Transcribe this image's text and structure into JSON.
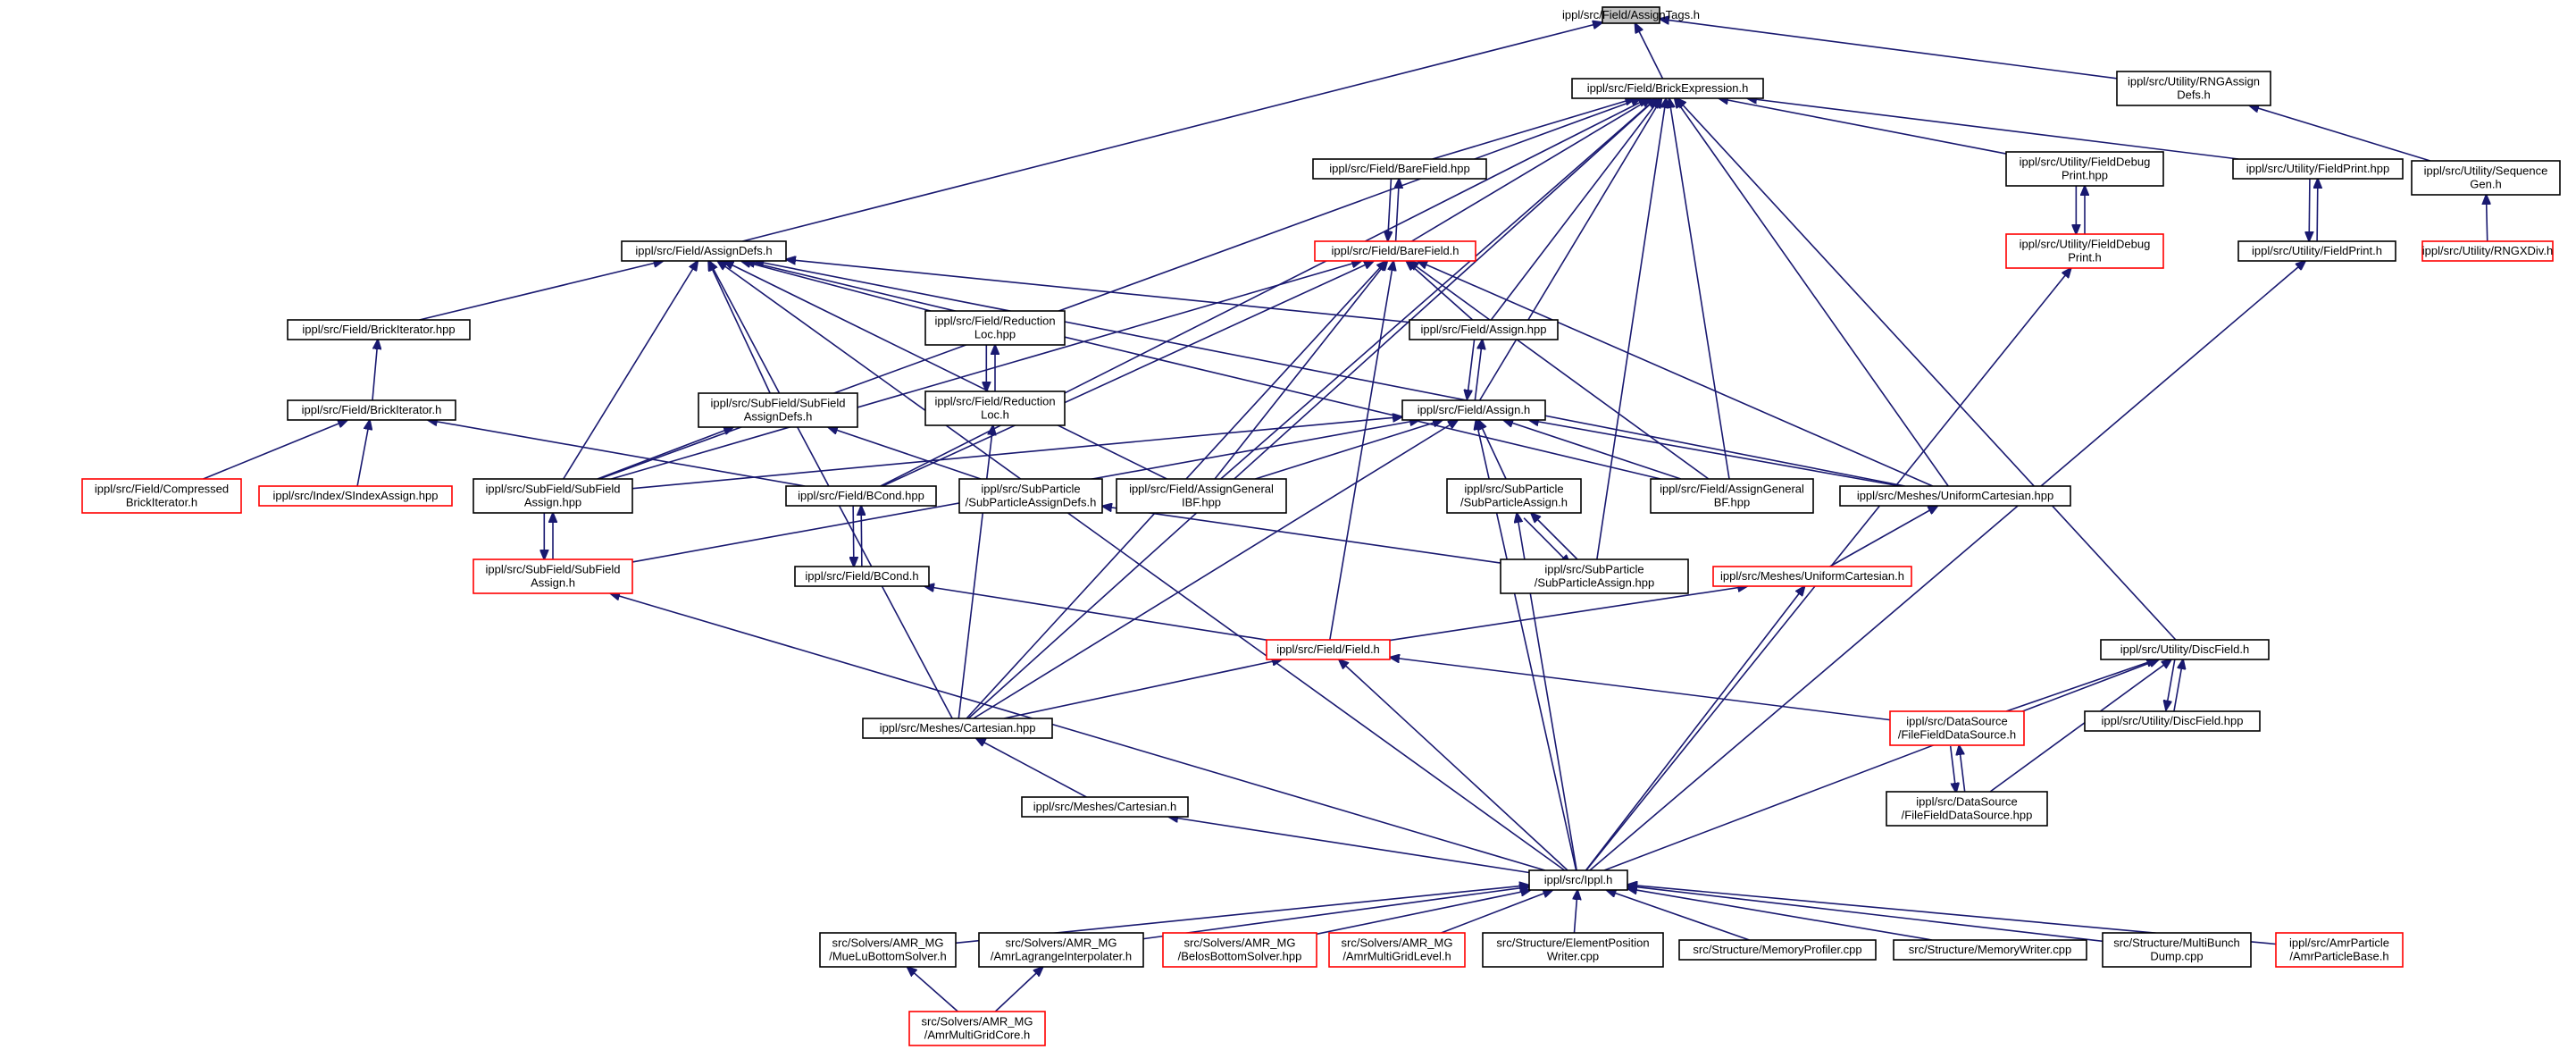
{
  "title": "",
  "nodes": [
    {
      "id": "n0",
      "lines": [
        "ippl/src/Field/AssignTags.h"
      ],
      "style": "root"
    },
    {
      "id": "n1",
      "lines": [
        "ippl/src/Field/BrickExpression.h"
      ],
      "style": "black"
    },
    {
      "id": "n2",
      "lines": [
        "ippl/src/Utility/RNGAssign",
        "Defs.h"
      ],
      "style": "black"
    },
    {
      "id": "n3",
      "lines": [
        "ippl/src/Utility/Sequence",
        "Gen.h"
      ],
      "style": "black"
    },
    {
      "id": "n4",
      "lines": [
        "ippl/src/Utility/RNGXDiv.h"
      ],
      "style": "red"
    },
    {
      "id": "n5",
      "lines": [
        "ippl/src/Field/BareField.hpp"
      ],
      "style": "black"
    },
    {
      "id": "n6",
      "lines": [
        "ippl/src/Field/BareField.h"
      ],
      "style": "red"
    },
    {
      "id": "n7",
      "lines": [
        "ippl/src/Utility/FieldDebug",
        "Print.hpp"
      ],
      "style": "black"
    },
    {
      "id": "n8",
      "lines": [
        "ippl/src/Utility/FieldDebug",
        "Print.h"
      ],
      "style": "red"
    },
    {
      "id": "n9",
      "lines": [
        "ippl/src/Utility/FieldPrint.hpp"
      ],
      "style": "black"
    },
    {
      "id": "n10",
      "lines": [
        "ippl/src/Utility/FieldPrint.h"
      ],
      "style": "black"
    },
    {
      "id": "n11",
      "lines": [
        "ippl/src/Field/AssignDefs.h"
      ],
      "style": "black"
    },
    {
      "id": "n12",
      "lines": [
        "ippl/src/Field/BrickIterator.hpp"
      ],
      "style": "black"
    },
    {
      "id": "n13",
      "lines": [
        "ippl/src/Field/BrickIterator.h"
      ],
      "style": "black"
    },
    {
      "id": "n14",
      "lines": [
        "ippl/src/Field/Compressed",
        "BrickIterator.h"
      ],
      "style": "red"
    },
    {
      "id": "n15",
      "lines": [
        "ippl/src/Index/SIndexAssign.hpp"
      ],
      "style": "red"
    },
    {
      "id": "n16",
      "lines": [
        "ippl/src/Field/Reduction",
        "Loc.hpp"
      ],
      "style": "black"
    },
    {
      "id": "n17",
      "lines": [
        "ippl/src/Field/Reduction",
        "Loc.h"
      ],
      "style": "black"
    },
    {
      "id": "n18",
      "lines": [
        "ippl/src/SubField/SubField",
        "AssignDefs.h"
      ],
      "style": "black"
    },
    {
      "id": "n19",
      "lines": [
        "ippl/src/Field/Assign.hpp"
      ],
      "style": "black"
    },
    {
      "id": "n20",
      "lines": [
        "ippl/src/Field/Assign.h"
      ],
      "style": "black"
    },
    {
      "id": "n21",
      "lines": [
        "ippl/src/SubField/SubField",
        "Assign.hpp"
      ],
      "style": "black"
    },
    {
      "id": "n22",
      "lines": [
        "ippl/src/SubField/SubField",
        "Assign.h"
      ],
      "style": "red"
    },
    {
      "id": "n23",
      "lines": [
        "ippl/src/Field/BCond.hpp"
      ],
      "style": "black"
    },
    {
      "id": "n24",
      "lines": [
        "ippl/src/Field/BCond.h"
      ],
      "style": "black"
    },
    {
      "id": "n25",
      "lines": [
        "ippl/src/SubParticle",
        "/SubParticleAssignDefs.h"
      ],
      "style": "black"
    },
    {
      "id": "n26",
      "lines": [
        "ippl/src/Field/AssignGeneral",
        "IBF.hpp"
      ],
      "style": "black"
    },
    {
      "id": "n27",
      "lines": [
        "ippl/src/SubParticle",
        "/SubParticleAssign.h"
      ],
      "style": "black"
    },
    {
      "id": "n28",
      "lines": [
        "ippl/src/Field/AssignGeneral",
        "BF.hpp"
      ],
      "style": "black"
    },
    {
      "id": "n29",
      "lines": [
        "ippl/src/Meshes/UniformCartesian.hpp"
      ],
      "style": "black"
    },
    {
      "id": "n30",
      "lines": [
        "ippl/src/SubParticle",
        "/SubParticleAssign.hpp"
      ],
      "style": "black"
    },
    {
      "id": "n31",
      "lines": [
        "ippl/src/Meshes/UniformCartesian.h"
      ],
      "style": "red"
    },
    {
      "id": "n32",
      "lines": [
        "ippl/src/Field/Field.h"
      ],
      "style": "red"
    },
    {
      "id": "n33",
      "lines": [
        "ippl/src/Meshes/Cartesian.hpp"
      ],
      "style": "black"
    },
    {
      "id": "n34",
      "lines": [
        "ippl/src/Meshes/Cartesian.h"
      ],
      "style": "black"
    },
    {
      "id": "n35",
      "lines": [
        "ippl/src/Utility/DiscField.h"
      ],
      "style": "black"
    },
    {
      "id": "n36",
      "lines": [
        "ippl/src/DataSource",
        "/FileFieldDataSource.h"
      ],
      "style": "red"
    },
    {
      "id": "n37",
      "lines": [
        "ippl/src/Utility/DiscField.hpp"
      ],
      "style": "black"
    },
    {
      "id": "n38",
      "lines": [
        "ippl/src/DataSource",
        "/FileFieldDataSource.hpp"
      ],
      "style": "black"
    },
    {
      "id": "n39",
      "lines": [
        "ippl/src/Ippl.h"
      ],
      "style": "black"
    },
    {
      "id": "n40",
      "lines": [
        "src/Solvers/AMR_MG",
        "/MueLuBottomSolver.h"
      ],
      "style": "black"
    },
    {
      "id": "n41",
      "lines": [
        "src/Solvers/AMR_MG",
        "/AmrLagrangeInterpolater.h"
      ],
      "style": "black"
    },
    {
      "id": "n42",
      "lines": [
        "src/Solvers/AMR_MG",
        "/BelosBottomSolver.hpp"
      ],
      "style": "red"
    },
    {
      "id": "n43",
      "lines": [
        "src/Solvers/AMR_MG",
        "/AmrMultiGridLevel.h"
      ],
      "style": "red"
    },
    {
      "id": "n44",
      "lines": [
        "src/Structure/ElementPosition",
        "Writer.cpp"
      ],
      "style": "black"
    },
    {
      "id": "n45",
      "lines": [
        "src/Structure/MemoryProfiler.cpp"
      ],
      "style": "black"
    },
    {
      "id": "n46",
      "lines": [
        "src/Structure/MemoryWriter.cpp"
      ],
      "style": "black"
    },
    {
      "id": "n47",
      "lines": [
        "src/Structure/MultiBunch",
        "Dump.cpp"
      ],
      "style": "black"
    },
    {
      "id": "n48",
      "lines": [
        "ippl/src/AmrParticle",
        "/AmrParticleBase.h"
      ],
      "style": "red"
    },
    {
      "id": "n49",
      "lines": [
        "src/Solvers/AMR_MG",
        "/AmrMultiGridCore.h"
      ],
      "style": "red"
    }
  ],
  "edges": [
    [
      "n1",
      "n0"
    ],
    [
      "n2",
      "n0"
    ],
    [
      "n11",
      "n0"
    ],
    [
      "n3",
      "n2"
    ],
    [
      "n4",
      "n3"
    ],
    [
      "n5",
      "n1"
    ],
    [
      "n6",
      "n1"
    ],
    [
      "n7",
      "n1"
    ],
    [
      "n9",
      "n1"
    ],
    [
      "n35",
      "n1"
    ],
    [
      "n19",
      "n1"
    ],
    [
      "n20",
      "n1"
    ],
    [
      "n21",
      "n1"
    ],
    [
      "n23",
      "n1"
    ],
    [
      "n26",
      "n1"
    ],
    [
      "n28",
      "n1"
    ],
    [
      "n29",
      "n1"
    ],
    [
      "n30",
      "n1"
    ],
    [
      "n33",
      "n1"
    ],
    [
      "n6",
      "n5"
    ],
    [
      "n5",
      "n6"
    ],
    [
      "n8",
      "n7"
    ],
    [
      "n7",
      "n8"
    ],
    [
      "n10",
      "n9"
    ],
    [
      "n9",
      "n10"
    ],
    [
      "n12",
      "n11"
    ],
    [
      "n16",
      "n11"
    ],
    [
      "n18",
      "n11"
    ],
    [
      "n19",
      "n11"
    ],
    [
      "n21",
      "n11"
    ],
    [
      "n26",
      "n11"
    ],
    [
      "n28",
      "n11"
    ],
    [
      "n29",
      "n11"
    ],
    [
      "n33",
      "n11"
    ],
    [
      "n39",
      "n11"
    ],
    [
      "n13",
      "n12"
    ],
    [
      "n14",
      "n13"
    ],
    [
      "n15",
      "n13"
    ],
    [
      "n23",
      "n13"
    ],
    [
      "n17",
      "n16"
    ],
    [
      "n16",
      "n17"
    ],
    [
      "n33",
      "n17"
    ],
    [
      "n19",
      "n6"
    ],
    [
      "n21",
      "n6"
    ],
    [
      "n23",
      "n6"
    ],
    [
      "n26",
      "n6"
    ],
    [
      "n28",
      "n6"
    ],
    [
      "n29",
      "n6"
    ],
    [
      "n32",
      "n6"
    ],
    [
      "n33",
      "n6"
    ],
    [
      "n20",
      "n19"
    ],
    [
      "n19",
      "n20"
    ],
    [
      "n21",
      "n20"
    ],
    [
      "n22",
      "n20"
    ],
    [
      "n26",
      "n20"
    ],
    [
      "n27",
      "n20"
    ],
    [
      "n28",
      "n20"
    ],
    [
      "n29",
      "n20"
    ],
    [
      "n33",
      "n20"
    ],
    [
      "n39",
      "n20"
    ],
    [
      "n21",
      "n18"
    ],
    [
      "n25",
      "n18"
    ],
    [
      "n22",
      "n21"
    ],
    [
      "n21",
      "n22"
    ],
    [
      "n39",
      "n22"
    ],
    [
      "n24",
      "n23"
    ],
    [
      "n23",
      "n24"
    ],
    [
      "n32",
      "n24"
    ],
    [
      "n30",
      "n25"
    ],
    [
      "n30",
      "n27"
    ],
    [
      "n27",
      "n30"
    ],
    [
      "n39",
      "n27"
    ],
    [
      "n31",
      "n29"
    ],
    [
      "n32",
      "n31"
    ],
    [
      "n39",
      "n31"
    ],
    [
      "n33",
      "n32"
    ],
    [
      "n36",
      "n32"
    ],
    [
      "n39",
      "n32"
    ],
    [
      "n34",
      "n33"
    ],
    [
      "n39",
      "n34"
    ],
    [
      "n39",
      "n8"
    ],
    [
      "n39",
      "n10"
    ],
    [
      "n36",
      "n35"
    ],
    [
      "n37",
      "n35"
    ],
    [
      "n38",
      "n35"
    ],
    [
      "n39",
      "n35"
    ],
    [
      "n35",
      "n37"
    ],
    [
      "n38",
      "n36"
    ],
    [
      "n36",
      "n38"
    ],
    [
      "n40",
      "n39"
    ],
    [
      "n41",
      "n39"
    ],
    [
      "n42",
      "n39"
    ],
    [
      "n43",
      "n39"
    ],
    [
      "n44",
      "n39"
    ],
    [
      "n45",
      "n39"
    ],
    [
      "n46",
      "n39"
    ],
    [
      "n47",
      "n39"
    ],
    [
      "n48",
      "n39"
    ],
    [
      "n49",
      "n40"
    ],
    [
      "n49",
      "n41"
    ]
  ]
}
